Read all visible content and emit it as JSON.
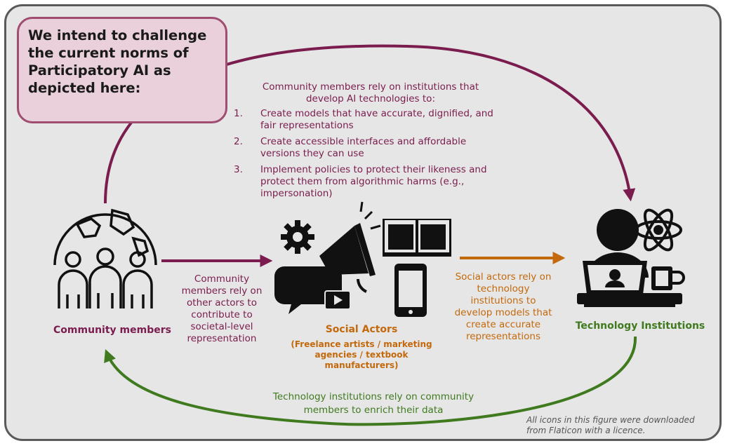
{
  "callout": {
    "text": "We intend to challenge the current norms of Participatory AI as depicted here:"
  },
  "top_arrow": {
    "intro": "Community members rely on institutions that develop AI technologies to:",
    "items": [
      {
        "num": "1.",
        "text": "Create models that have accurate, dignified, and fair representations"
      },
      {
        "num": "2.",
        "text": "Create accessible interfaces and affordable versions they can use"
      },
      {
        "num": "3.",
        "text": "Implement policies to protect their likeness and protect them from algorithmic harms (e.g., impersonation)"
      }
    ]
  },
  "nodes": {
    "community": {
      "label": "Community members",
      "icon": "globe-people-icon"
    },
    "social": {
      "label": "Social Actors",
      "sublabel": "(Freelance artists / marketing agencies / textbook manufacturers)",
      "icon": "megaphone-book-phone-icon"
    },
    "tech": {
      "label": "Technology Institutions",
      "icon": "person-laptop-atom-icon"
    }
  },
  "edges": {
    "community_to_social": "Community members rely on other actors to contribute to societal-level representation",
    "social_to_tech": "Social actors rely on technology institutions to develop models that create accurate representations",
    "tech_to_community": "Technology institutions rely on community members to enrich their data"
  },
  "credit": "All icons in this figure were downloaded from Flaticon with a licence.",
  "colors": {
    "purple": "#7a1c4e",
    "orange": "#c3690c",
    "green": "#3f7a1f",
    "callout_fill": "#ead0da",
    "callout_border": "#a04d72",
    "background": "#e6e6e6"
  }
}
